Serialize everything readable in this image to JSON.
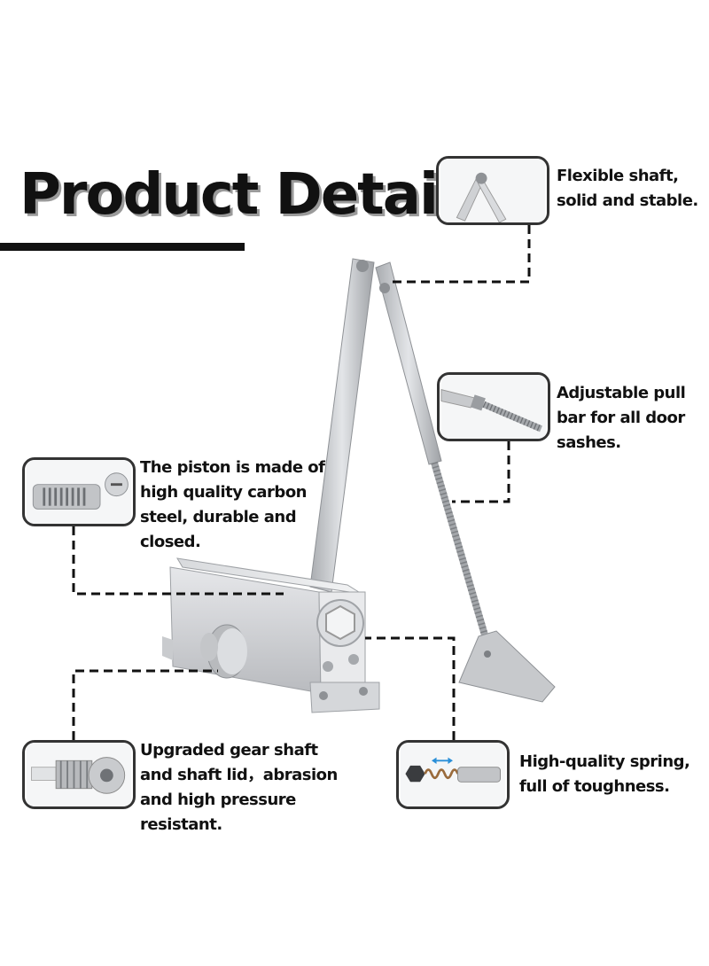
{
  "title": "Product Details",
  "colors": {
    "text": "#111111",
    "frame": "#333333",
    "metal": "#c9cbce",
    "accent": "#2a8fd8"
  },
  "callouts": [
    {
      "id": "shaft",
      "icon": "hinge-shaft-icon",
      "text": "Flexible shaft, solid and stable."
    },
    {
      "id": "pullbar",
      "icon": "threaded-rod-icon",
      "text": "Adjustable pull bar for all door sashes."
    },
    {
      "id": "piston",
      "icon": "piston-cylinder-icon",
      "text": "The piston is made of high quality carbon steel, durable and closed."
    },
    {
      "id": "gear",
      "icon": "gear-shaft-icon",
      "text": "Upgraded gear shaft and shaft lid，abrasion and high pressure resistant."
    },
    {
      "id": "spring",
      "icon": "spring-icon",
      "text": "High-quality spring, full of toughness."
    }
  ]
}
